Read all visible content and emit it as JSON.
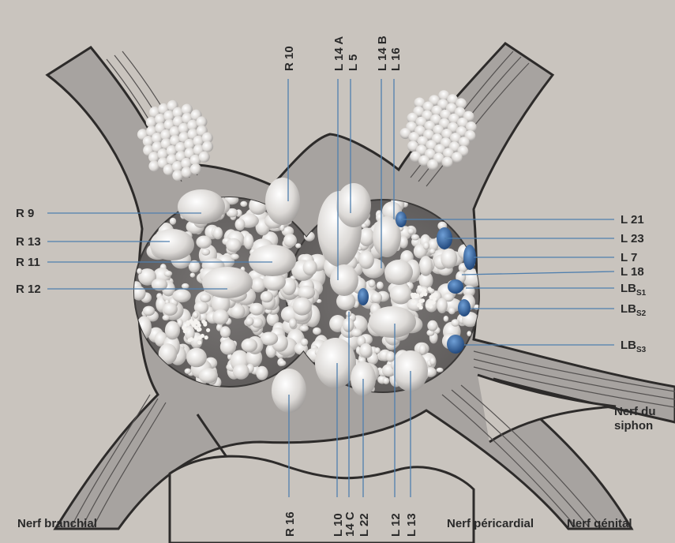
{
  "labels_top": [
    "R 10",
    "L 14 A",
    "L 5",
    "L 14 B",
    "L 16"
  ],
  "labels_bottom": [
    "R 16",
    "L 10",
    "14 C",
    "L 22",
    "L 12",
    "L 13"
  ],
  "labels_left": [
    "R 9",
    "R 13",
    "R 11",
    "R 12"
  ],
  "labels_right": [
    "L 21",
    "L 23",
    "L 7",
    "L 18"
  ],
  "labels_right_sub": [
    {
      "base": "LB",
      "sub": "S1"
    },
    {
      "base": "LB",
      "sub": "S2"
    },
    {
      "base": "LB",
      "sub": "S3"
    }
  ],
  "nerves": {
    "branchial": "Nerf branchial",
    "siphon_line1": "Nerf du",
    "siphon_line2": "siphon",
    "pericardial": "Nerf péricardial",
    "genital": "Nerf génital"
  },
  "colors": {
    "background": "#c9c4be",
    "sheath": "#a7a3a0",
    "ganglion": "#6e6b6a",
    "neuron": "#e9e7e4",
    "blue_neuron": "#2f5f99",
    "leader": "#4f7fae"
  }
}
